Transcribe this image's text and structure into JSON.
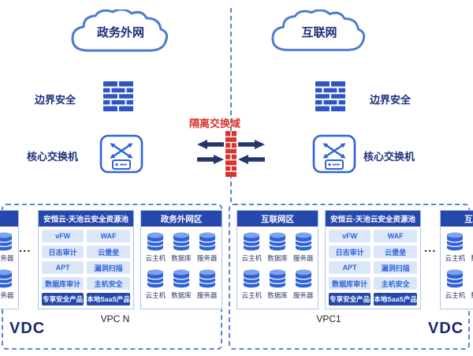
{
  "top": {
    "cloud_left": "政务外网",
    "cloud_right": "互联网",
    "border_left": "边界安全",
    "border_right": "边界安全",
    "switch_left": "核心交换机",
    "switch_right": "核心交换机",
    "isolation": "隔离交换域"
  },
  "pool": {
    "title": "安恒云-天池云安全资源池",
    "items": [
      "vFW",
      "WAF",
      "日志审计",
      "云堡垒",
      "APT",
      "漏洞扫描",
      "数据库审计",
      "主机安全"
    ],
    "specials": [
      "专享安全产品",
      "本地SaaS产品"
    ]
  },
  "gov_zone": {
    "title": "政务外网区",
    "labels": [
      "云主机",
      "数据库",
      "服务器",
      "云主机",
      "数据库",
      "服务器"
    ]
  },
  "inet_zone": {
    "title": "互联网区",
    "labels": [
      "云主机",
      "数据库",
      "服务器",
      "云主机",
      "数据库",
      "服务器"
    ]
  },
  "left_vdc": {
    "vdc": "VDC",
    "vpc": "VPC N",
    "ellipsis": "..."
  },
  "right_vdc": {
    "vdc": "VDC",
    "vpc": "VPC1",
    "ellipsis": "..."
  },
  "colors": {
    "header_blue": "#2547ae",
    "icon_blue": "#2f62d8",
    "dash_blue": "#5b85d6",
    "navy_text": "#1b2f7d",
    "isolation_red": "#d9342b",
    "item_bg": "#dbe7f8"
  }
}
